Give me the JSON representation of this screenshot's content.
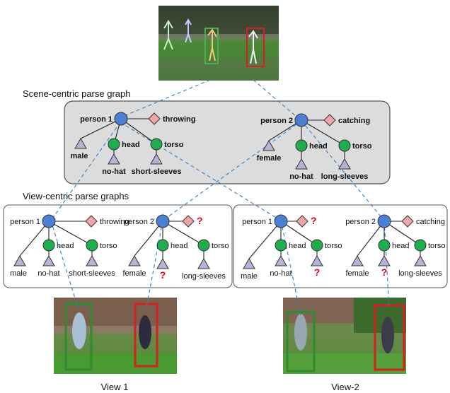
{
  "titles": {
    "scene": "Scene-centric parse graph",
    "view": "View-centric parse graphs",
    "view1": "View 1",
    "view2": "View-2"
  },
  "scene_graph": {
    "person1": {
      "label": "person 1",
      "action": "throwing",
      "head": "head",
      "torso": "torso",
      "gender": "male",
      "hat": "no-hat",
      "sleeves": "short-sleeves"
    },
    "person2": {
      "label": "person 2",
      "action": "catching",
      "head": "head",
      "torso": "torso",
      "gender": "female",
      "hat": "no-hat",
      "sleeves": "long-sleeves"
    }
  },
  "view1_graph": {
    "person1": {
      "label": "person 1",
      "action": "throwing",
      "head": "head",
      "torso": "torso",
      "gender": "male",
      "hat": "no-hat",
      "sleeves": "short-sleeves"
    },
    "person2": {
      "label": "person 2",
      "action": "?",
      "head": "head",
      "torso": "torso",
      "gender": "female",
      "hat": "?",
      "sleeves": "long-sleeves"
    }
  },
  "view2_graph": {
    "person1": {
      "label": "person 1",
      "action": "?",
      "head": "head",
      "torso": "torso",
      "gender": "male",
      "hat": "no-hat",
      "sleeves": "?"
    },
    "person2": {
      "label": "person 2",
      "action": "catching",
      "head": "head",
      "torso": "torso",
      "gender": "female",
      "hat": "?",
      "sleeves": "long-sleeves"
    }
  },
  "colors": {
    "person_node": "#4a7fd4",
    "part_node": "#1fae4f",
    "action_node": "#f0a6a6",
    "attribute_node": "#b8b2d6",
    "box_person1": "#2e8b2e",
    "box_person2": "#d42020",
    "link_dashed": "#2f7fc8",
    "panel_fill": "#dcdcdc"
  }
}
